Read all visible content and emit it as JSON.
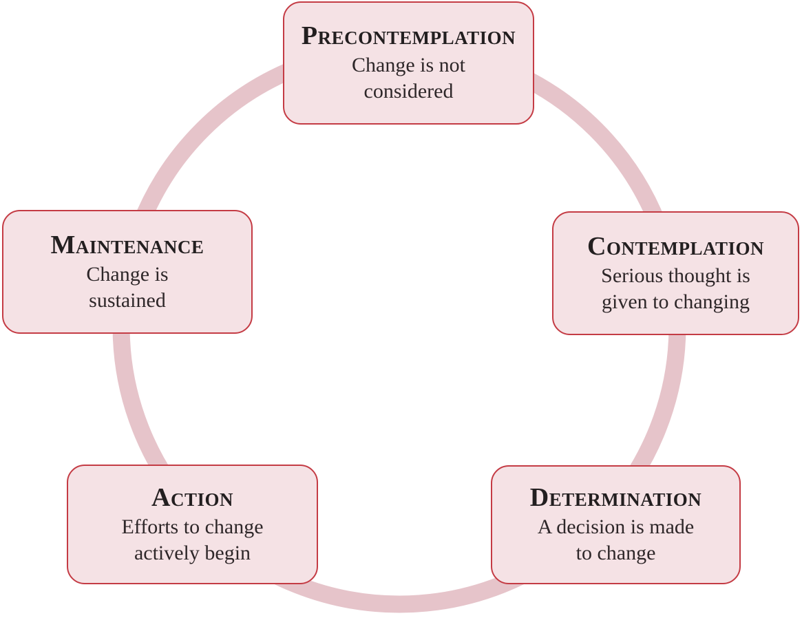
{
  "colors": {
    "ring": "#e6c4ca",
    "box_fill": "#f5e2e5",
    "box_border": "#c43b44",
    "title_text": "#231f20",
    "body_text": "#2e2729"
  },
  "stages": [
    {
      "id": "precontemplation",
      "title": "Precontemplation",
      "body": "Change is not\nconsidered"
    },
    {
      "id": "contemplation",
      "title": "Contemplation",
      "body": "Serious thought is\ngiven to changing"
    },
    {
      "id": "determination",
      "title": "Determination",
      "body": "A decision is made\nto change"
    },
    {
      "id": "action",
      "title": "Action",
      "body": "Efforts to change\nactively begin"
    },
    {
      "id": "maintenance",
      "title": "Maintenance",
      "body": "Change is\nsustained"
    }
  ]
}
